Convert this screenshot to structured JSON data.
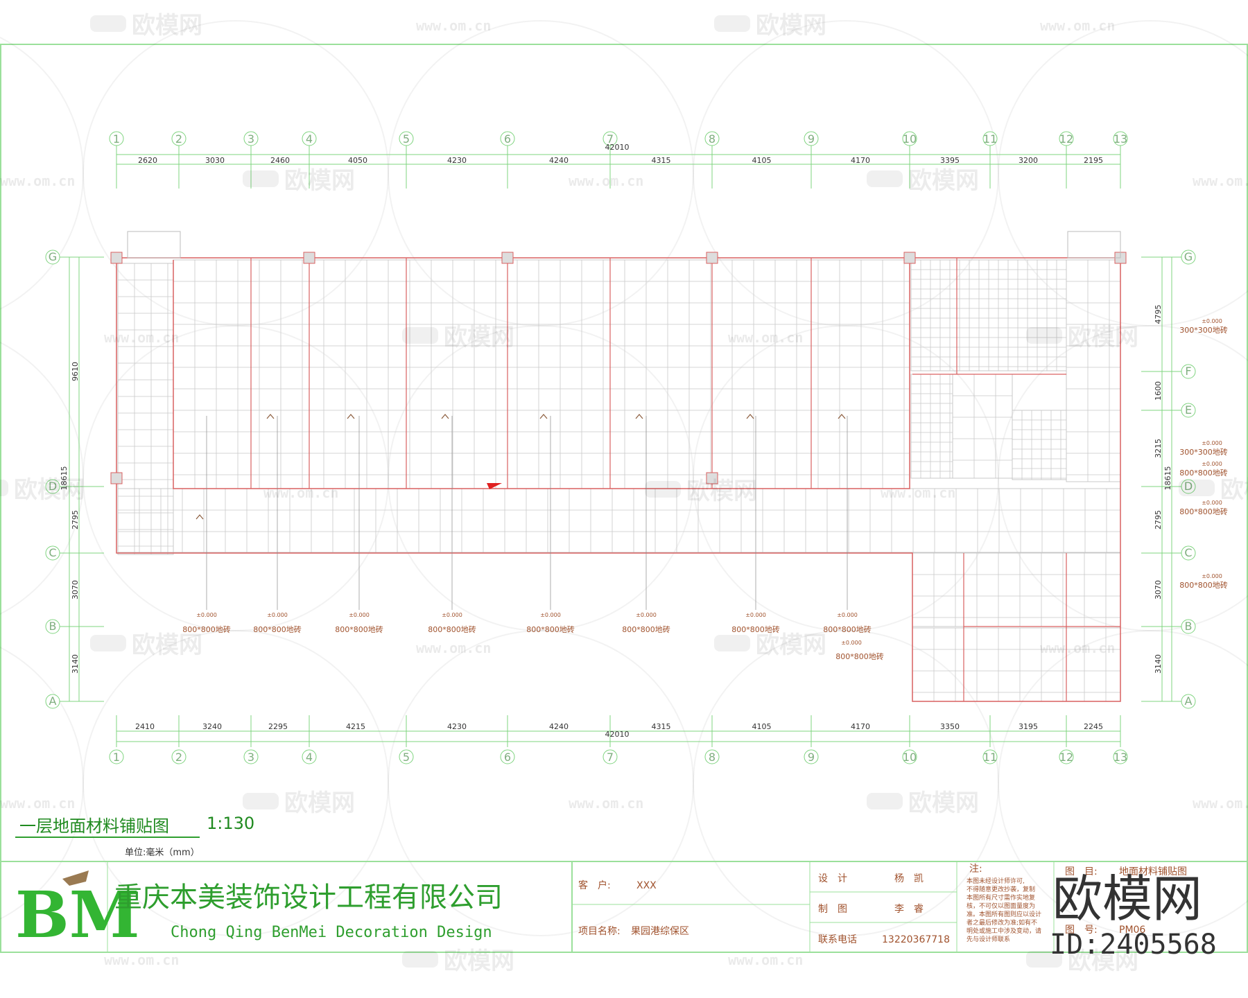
{
  "drawing": {
    "title": "一层地面材料铺贴图",
    "scale": "1:130",
    "unit": "单位:毫米（mm）"
  },
  "axes": {
    "columns": [
      "1",
      "2",
      "3",
      "4",
      "5",
      "6",
      "7",
      "8",
      "9",
      "10",
      "11",
      "12",
      "13"
    ],
    "rows_left": [
      "G",
      "D",
      "C",
      "B",
      "A"
    ],
    "rows_right": [
      "G",
      "F",
      "E",
      "D",
      "C",
      "B",
      "A"
    ]
  },
  "dimensions": {
    "top_total": "42010",
    "top": [
      "2620",
      "3030",
      "2460",
      "4050",
      "4230",
      "4240",
      "4315",
      "4105",
      "4170",
      "3395",
      "3200",
      "2195"
    ],
    "bottom_total": "42010",
    "bottom": [
      "2410",
      "3240",
      "2295",
      "4215",
      "4230",
      "4240",
      "4315",
      "4105",
      "4170",
      "3350",
      "3195",
      "2245"
    ],
    "left_total": "18615",
    "left_top": "9610",
    "left": [
      "2795",
      "3070",
      "3140"
    ],
    "right_total": "18615",
    "right": [
      "4795",
      "1600",
      "3215",
      "2795",
      "3070",
      "3140"
    ]
  },
  "materials": {
    "bottom_labels": [
      "800*800地砖",
      "800*800地砖",
      "800*800地砖",
      "800*800地砖",
      "800*800地砖",
      "800*800地砖",
      "800*800地砖",
      "800*800地砖"
    ],
    "bottom_levels": [
      "±0.000",
      "±0.000",
      "±0.000",
      "±0.000",
      "±0.000",
      "±0.000",
      "±0.000",
      "±0.000"
    ],
    "extra_label": "800*800地砖",
    "extra_level": "±0.000",
    "right_labels": [
      "300*300地砖",
      "300*300地砖",
      "800*800地砖",
      "800*800地砖",
      "800*800地砖"
    ],
    "right_levels": [
      "±0.000",
      "±0.000",
      "±0.000",
      "±0.000",
      "±0.000"
    ]
  },
  "title_block": {
    "company": "重庆本美装饰设计工程有限公司",
    "company_en": "Chong Qing BenMei Decoration Design",
    "logo": "BM",
    "client_label": "客　户:",
    "client_value": "XXX",
    "project_label": "项目名称:",
    "project_value": "果园港综保区",
    "design_label": "设　计",
    "design_value": "杨　凯",
    "draw_label": "制　图",
    "draw_value": "李　睿",
    "phone_label": "联系电话",
    "phone_value": "13220367718",
    "note_title": "注:",
    "note_lines": [
      "本图未经设计师许可,",
      "不得随意更改抄袭，复制",
      "本图所有尺寸需作实地复",
      "核，不可仅以图面量度为",
      "准。本图所有图则应以设计",
      "者之最后修改为准;如有不",
      "明处或施工中涉及变动，请",
      "先与设计师联系"
    ],
    "sheet_title_label": "图　目:",
    "sheet_title_value": "地面材料铺贴图",
    "sheet_no_label": "图　号:",
    "sheet_no_value": "PM06"
  },
  "watermarks": {
    "brand_text": "欧模网",
    "url_text": "www.om.cn",
    "corner_brand": "欧模网",
    "corner_id": "ID:2405568"
  },
  "colors": {
    "grid_green": "#7fd47f",
    "wall_red": "#d96060",
    "tile_grey": "#c8c8c8",
    "text_brown": "#a0522d",
    "brand_green": "#2e9e2e"
  }
}
